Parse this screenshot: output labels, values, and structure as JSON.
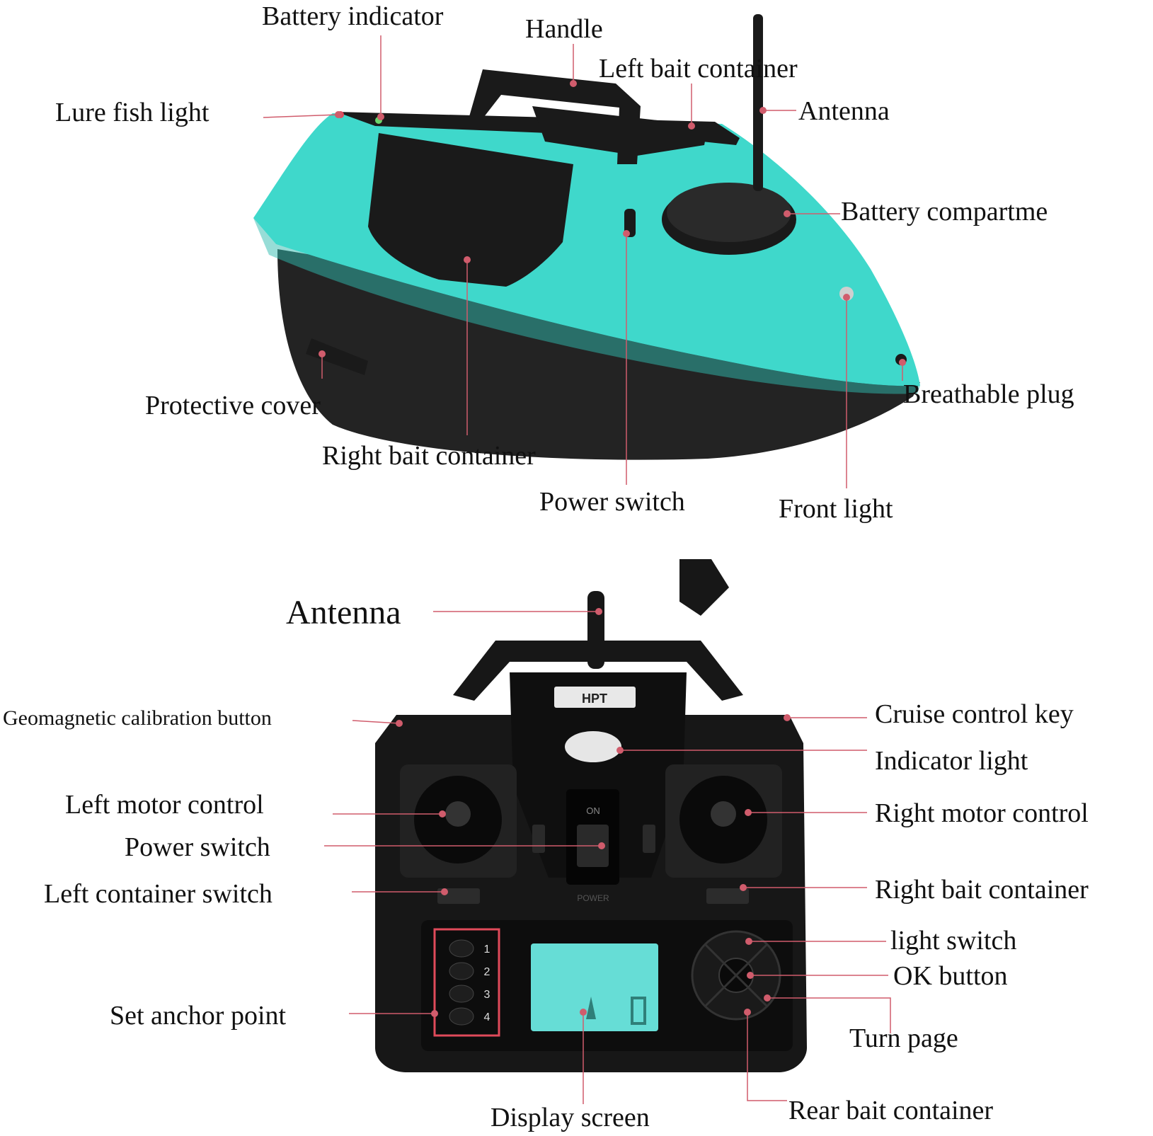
{
  "colors": {
    "leader": "#d05c6c",
    "hull": "#3fd8cb",
    "hull_shade": "#2fbcb0",
    "hull_bottom": "#232323",
    "dark": "#1a1a1a",
    "controller": "#171717",
    "lcd": "#66ddd6",
    "highlight": "#e04a5a"
  },
  "icons": [
    "antenna-icon",
    "joystick-icon",
    "lcd-screen-icon",
    "dpad-icon",
    "toggle-switch-icon"
  ],
  "boat": {
    "labels": [
      "Battery indicator",
      "Handle",
      "Left bait container",
      "Antenna",
      "Lure fish light",
      "Battery compartme",
      "Breathable plug",
      "Protective cover",
      "Right bait container",
      "Power switch",
      "Front light"
    ]
  },
  "remote": {
    "brand": "HPT",
    "on_text": "ON",
    "power_text": "POWER",
    "anchor_numbers": [
      "1",
      "2",
      "3",
      "4"
    ],
    "labels": [
      "Antenna",
      "Geomagnetic calibration button",
      "Cruise control key",
      "Indicator light",
      "Left motor control",
      "Right motor control",
      "Power switch",
      "Left container switch",
      "Right bait container",
      "light switch",
      "OK button",
      "Set anchor point",
      "Turn page",
      "Display screen",
      "Rear bait container"
    ]
  }
}
